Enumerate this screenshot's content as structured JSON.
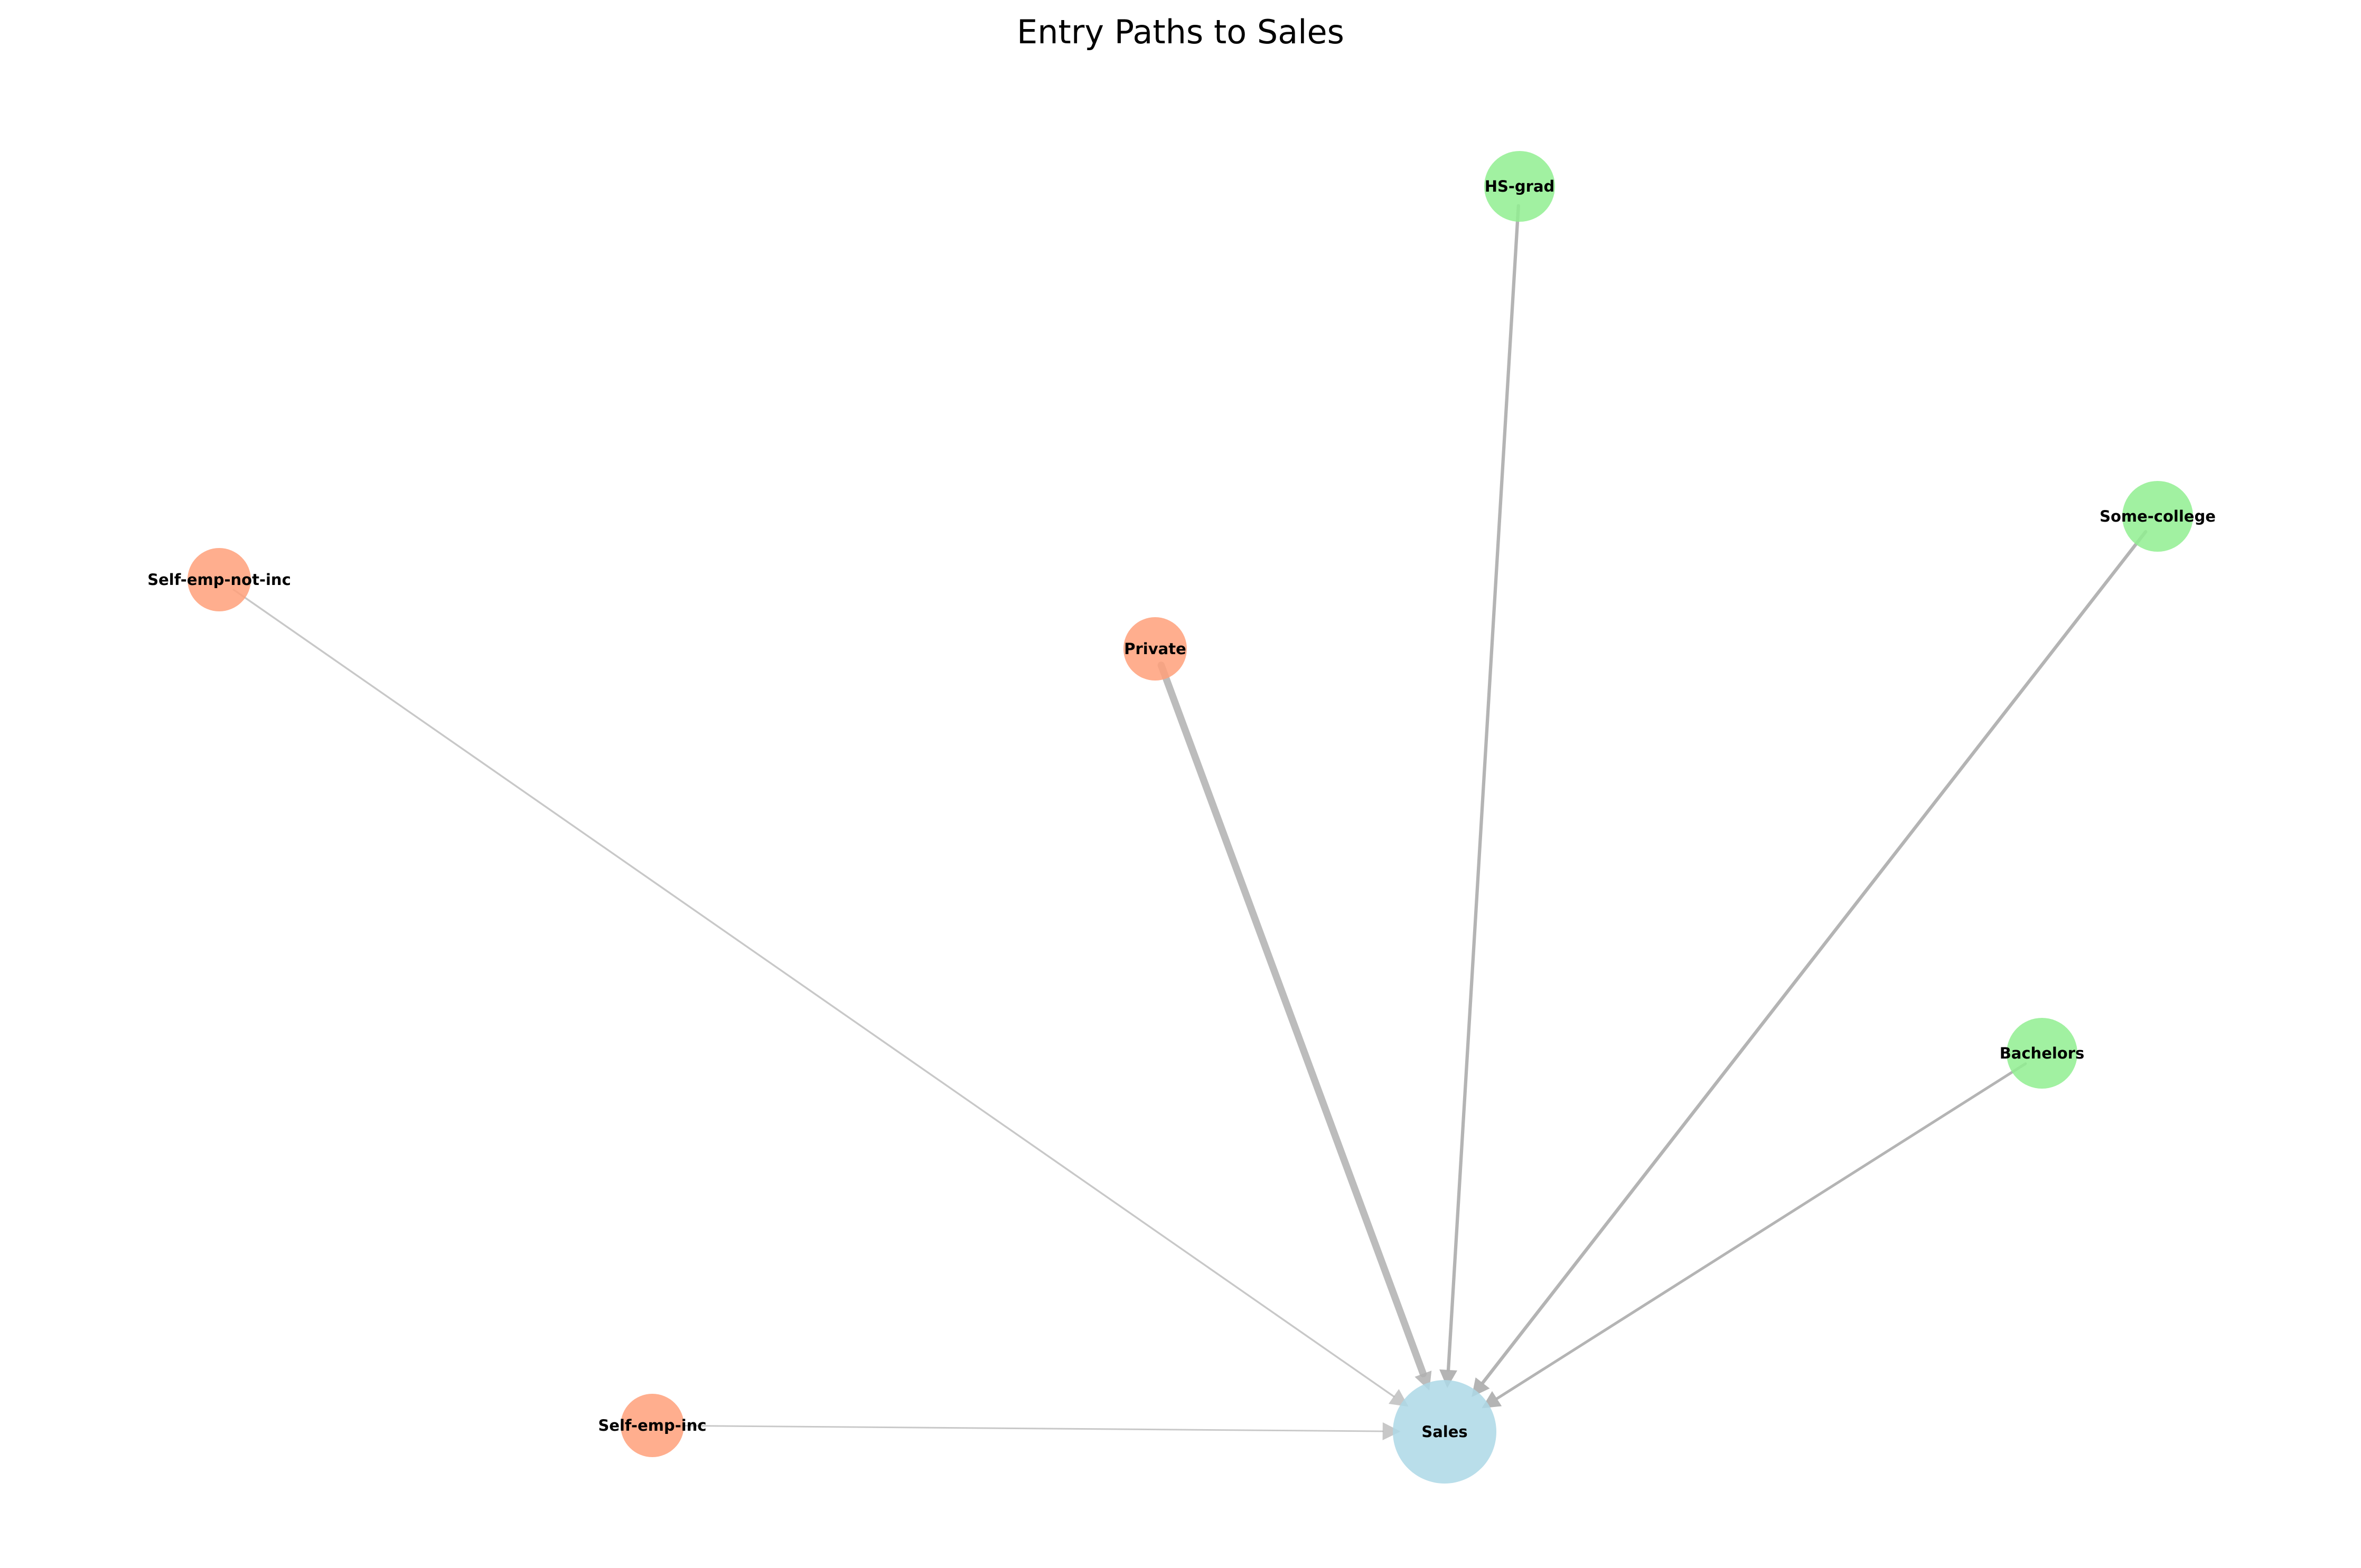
{
  "title": "Entry Paths to  Sales",
  "colors": {
    "target_node": "#add8e6",
    "workclass_node": "#ffa07a",
    "education_node": "#90ee90",
    "edge": "#b0b0b0"
  },
  "nodes": [
    {
      "id": "sales",
      "label": "Sales",
      "group": "target"
    },
    {
      "id": "hs-grad",
      "label": "HS-grad",
      "group": "education"
    },
    {
      "id": "some-college",
      "label": "Some-college",
      "group": "education"
    },
    {
      "id": "bachelors",
      "label": "Bachelors",
      "group": "education"
    },
    {
      "id": "private",
      "label": "Private",
      "group": "workclass"
    },
    {
      "id": "self-emp-not-inc",
      "label": "Self-emp-not-inc",
      "group": "workclass"
    },
    {
      "id": "self-emp-inc",
      "label": "Self-emp-inc",
      "group": "workclass"
    }
  ],
  "edges": [
    {
      "source": "private",
      "target": "sales",
      "weight": 5
    },
    {
      "source": "hs-grad",
      "target": "sales",
      "weight": 2
    },
    {
      "source": "some-college",
      "target": "sales",
      "weight": 2
    },
    {
      "source": "bachelors",
      "target": "sales",
      "weight": 1.5
    },
    {
      "source": "self-emp-not-inc",
      "target": "sales",
      "weight": 0.8
    },
    {
      "source": "self-emp-inc",
      "target": "sales",
      "weight": 0.6
    }
  ]
}
